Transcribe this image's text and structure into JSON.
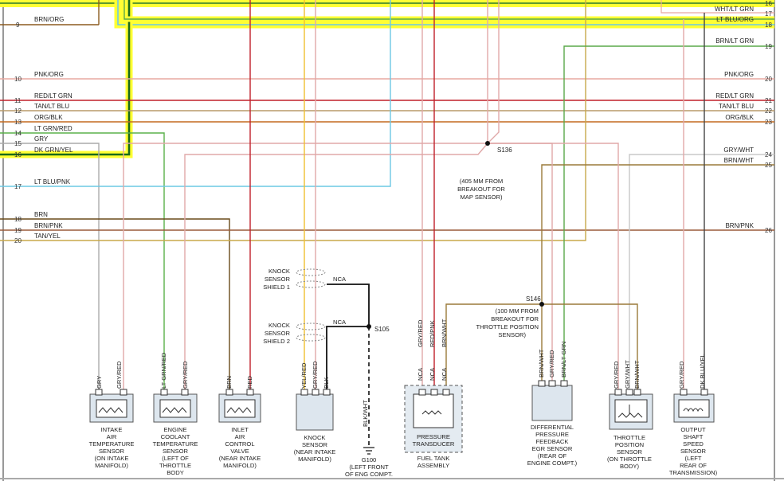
{
  "left_wires": [
    {
      "pin": "9",
      "label": "BRN/ORG",
      "color": "#8b5a1e"
    },
    {
      "pin": "10",
      "label": "PNK/ORG",
      "color": "#e8a8a0"
    },
    {
      "pin": "11",
      "label": "RED/LT GRN",
      "color": "#c0202a"
    },
    {
      "pin": "12",
      "label": "TAN/LT BLU",
      "color": "#b89a6a"
    },
    {
      "pin": "13",
      "label": "ORG/BLK",
      "color": "#c46a1e"
    },
    {
      "pin": "14",
      "label": "LT GRN/RED",
      "color": "#5ab04a"
    },
    {
      "pin": "15",
      "label": "GRY",
      "color": "#aaaaaa"
    },
    {
      "pin": "16",
      "label": "DK GRN/YEL",
      "color": "#1a6a1a"
    },
    {
      "pin": "17",
      "label": "LT BLU/PNK",
      "color": "#6cc8e4"
    },
    {
      "pin": "18",
      "label": "BRN",
      "color": "#6a4a1a"
    },
    {
      "pin": "19",
      "label": "BRN/PNK",
      "color": "#9a5a3a"
    },
    {
      "pin": "20",
      "label": "TAN/YEL",
      "color": "#c8a84a"
    }
  ],
  "right_wires": [
    {
      "pin": "16",
      "label": ""
    },
    {
      "pin": "17",
      "label": "WHT/LT GRN"
    },
    {
      "pin": "18",
      "label": "LT BLU/ORG"
    },
    {
      "pin": "19",
      "label": "BRN/LT GRN"
    },
    {
      "pin": "20",
      "label": "PNK/ORG"
    },
    {
      "pin": "21",
      "label": "RED/LT GRN"
    },
    {
      "pin": "22",
      "label": "TAN/LT BLU"
    },
    {
      "pin": "23",
      "label": "ORG/BLK"
    },
    {
      "pin": "24",
      "label": "GRY/WHT"
    },
    {
      "pin": "25",
      "label": "BRN/WHT"
    },
    {
      "pin": "26",
      "label": "BRN/PNK"
    }
  ],
  "splices": {
    "s136": "S136",
    "s136_note": [
      "(405 MM FROM",
      "BREAKOUT FOR",
      "MAP SENSOR)"
    ],
    "s146": "S146",
    "s146_note": [
      "(100 MM FROM",
      "BREAKOUT FOR",
      "THROTTLE POSITION",
      "SENSOR)"
    ],
    "s105": "S105"
  },
  "shields": {
    "shield1": [
      "KNOCK",
      "SENSOR",
      "SHIELD 1"
    ],
    "shield2": [
      "KNOCK",
      "SENSOR",
      "SHIELD 2"
    ],
    "nca": "NCA"
  },
  "ground": {
    "wire": "BLK/WHT",
    "caption": [
      "G100",
      "(LEFT FRONT",
      "OF ENG COMPT."
    ]
  },
  "components": [
    {
      "id": "iat",
      "pins": [
        "GRY",
        "GRY/RED"
      ],
      "caption": [
        "INTAKE",
        "AIR",
        "TEMPERATURE",
        "SENSOR",
        "(ON INTAKE",
        "MANIFOLD)"
      ]
    },
    {
      "id": "ect",
      "pins": [
        "LT GRN/RED",
        "GRY/RED"
      ],
      "caption": [
        "ENGINE",
        "COOLANT",
        "TEMPERATURE",
        "SENSOR",
        "(LEFT OF",
        "THROTTLE",
        "BODY"
      ]
    },
    {
      "id": "iacv",
      "pins": [
        "BRN",
        "RED"
      ],
      "caption": [
        "INLET",
        "AIR",
        "CONTROL",
        "VALVE",
        "(NEAR INTAKE",
        "MANIFOLD)"
      ]
    },
    {
      "id": "ks",
      "pins": [
        "YEL/RED",
        "GRY/RED",
        "BLK"
      ],
      "caption": [
        "KNOCK",
        "SENSOR",
        "(NEAR INTAKE",
        "MANIFOLD)"
      ]
    },
    {
      "id": "ftpt",
      "pins": [
        "GRY/RED",
        "RED/PNK",
        "BRN/WHT"
      ],
      "inner_pins": [
        "NCA",
        "NCA",
        "NCA"
      ],
      "inner": [
        "PRESSURE",
        "TRANSDUCER"
      ],
      "caption": [
        "FUEL TANK",
        "ASSEMBLY"
      ]
    },
    {
      "id": "dpfe",
      "pins": [
        "BRN/WHT",
        "GRY/RED",
        "BRN/LT GRN"
      ],
      "caption": [
        "DIFFERENTIAL",
        "PRESSURE",
        "FEEDBACK",
        "EGR SENSOR",
        "(REAR OF",
        "ENGINE COMPT.)"
      ]
    },
    {
      "id": "tps",
      "pins": [
        "GRY/RED",
        "GRY/WHT",
        "BRN/WHT"
      ],
      "caption": [
        "THROTTLE",
        "POSITION",
        "SENSOR",
        "(ON THROTTLE",
        "BODY)"
      ]
    },
    {
      "id": "oss",
      "pins": [
        "GRY/RED",
        "DK BLU/YEL"
      ],
      "caption": [
        "OUTPUT",
        "SHAFT",
        "SPEED",
        "SENSOR",
        "(LEFT",
        "REAR OF",
        "TRANSMISSION)"
      ]
    }
  ],
  "colors": {
    "highlight": "#ffff33",
    "gry_red": "#e0a8a8",
    "yel_red": "#f0c030",
    "brn_wht": "#9a7a3a",
    "lt_blu_org": "#6cc8e4"
  }
}
